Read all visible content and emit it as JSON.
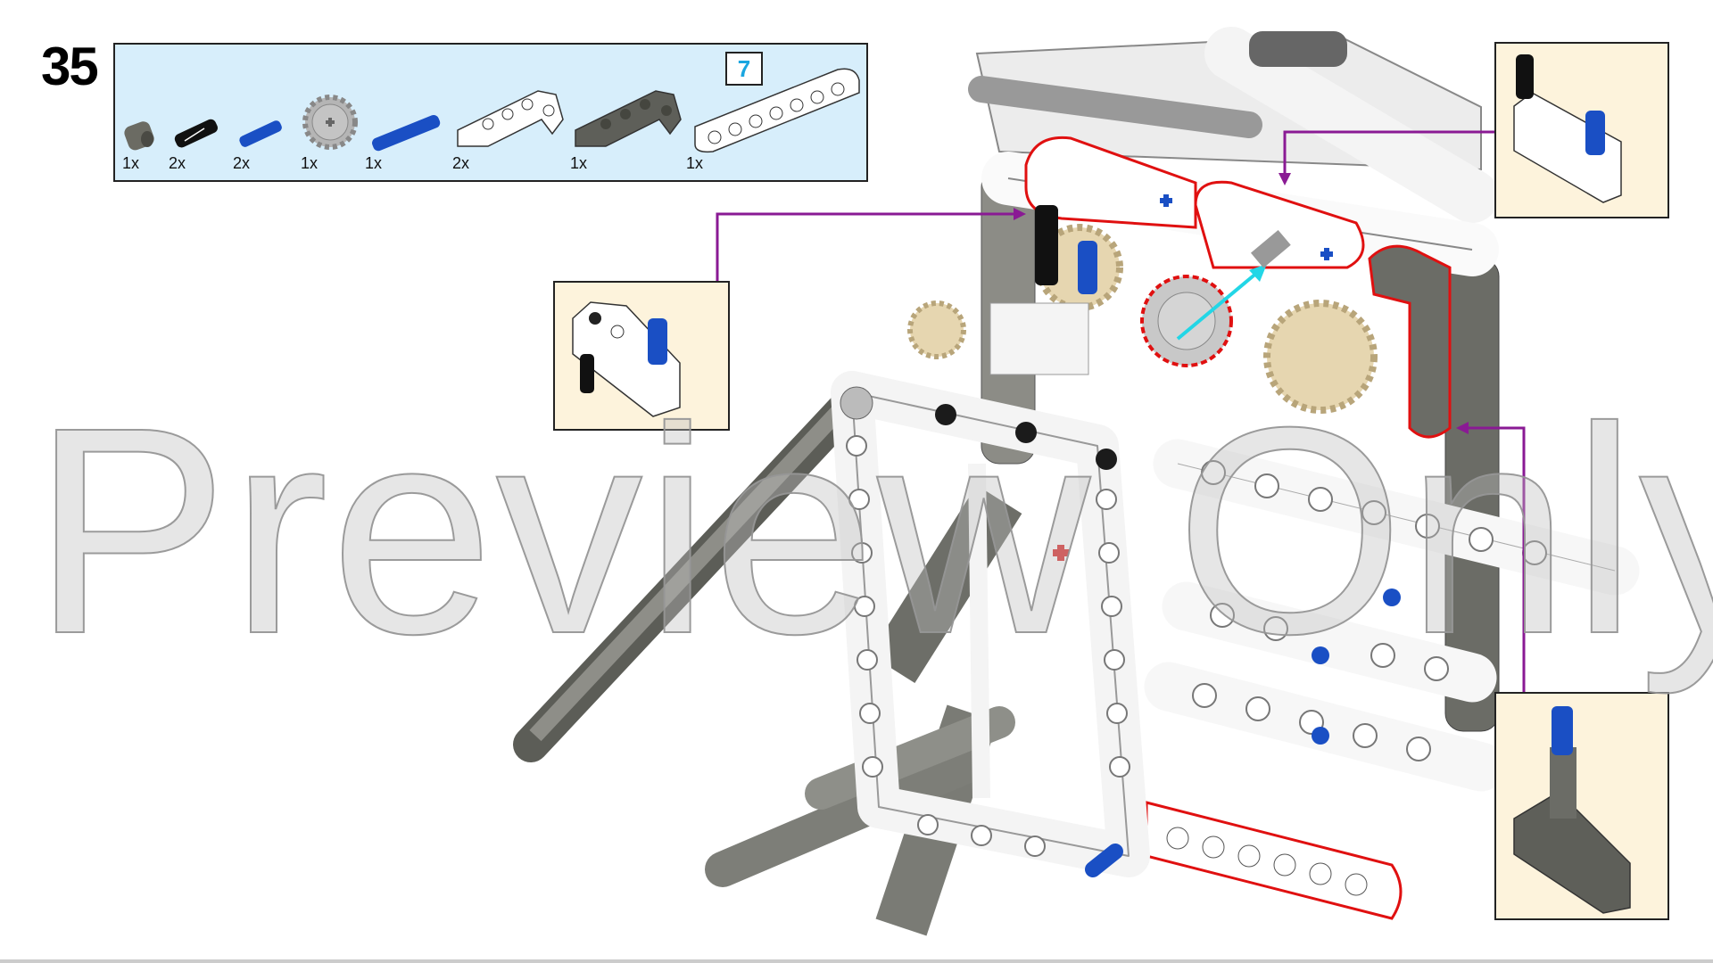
{
  "step": {
    "number": "35"
  },
  "parts": [
    {
      "name": "bush",
      "qty": "1x",
      "color": "#6b6b63"
    },
    {
      "name": "friction-pin-black",
      "qty": "2x",
      "color": "#111111"
    },
    {
      "name": "axle-pin-blue",
      "qty": "2x",
      "color": "#1a4fc4"
    },
    {
      "name": "gear-16-tooth",
      "qty": "1x",
      "color": "#b5b5b5"
    },
    {
      "name": "long-axle-pin-blue",
      "qty": "1x",
      "color": "#1a4fc4"
    },
    {
      "name": "l-beam-white",
      "qty": "2x",
      "color": "#ffffff"
    },
    {
      "name": "l-beam-dark-gray",
      "qty": "1x",
      "color": "#5e5f59"
    },
    {
      "name": "beam-7-white",
      "qty": "1x",
      "color": "#ffffff"
    }
  ],
  "beam_length_badge": "7",
  "watermark": "Preview Only",
  "colors": {
    "parts_bg": "#d7eefb",
    "callout_bg": "#fdf3dc",
    "arrow": "#8a1a94",
    "highlight": "#e01010",
    "motion_arrow": "#22d6e6"
  }
}
